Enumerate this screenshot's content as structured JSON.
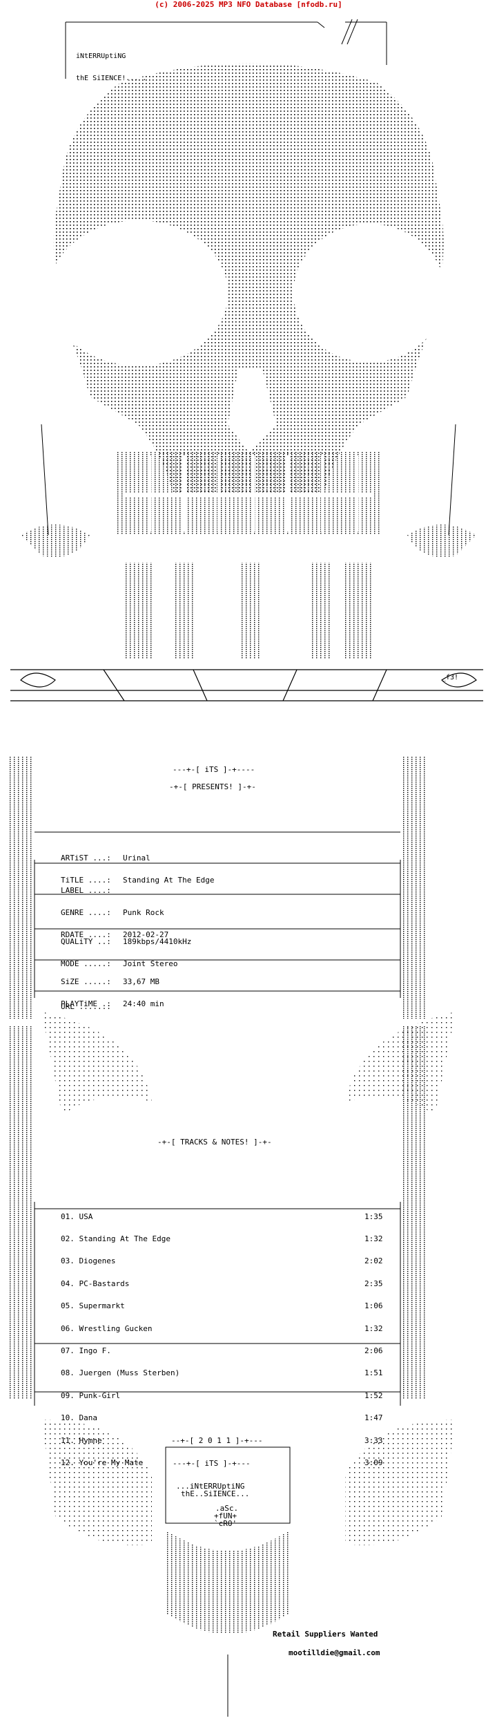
{
  "banner": "(c) 2006-2025 MP3 NFO Database [nfodb.ru]",
  "group": {
    "line1": "iNtERRUptiNG",
    "line2": "thE SiIENCE!... ."
  },
  "header_tag": "---+-[ iTS ]-+----",
  "presents": "-+-[ PRESENTS! ]-+-",
  "info": [
    {
      "key": "ARTiST ...:",
      "value": "Urinal"
    },
    {
      "key": "TiTLE ....:",
      "value": "Standing At The Edge"
    },
    {
      "key": "LABEL ....:",
      "value": ""
    },
    {
      "key": "GENRE ....:",
      "value": "Punk Rock"
    },
    {
      "key": "RDATE ....:",
      "value": "2012-02-27"
    },
    {
      "key": "QUALiTY ..:",
      "value": "189kbps/4410kHz"
    },
    {
      "key": "MODE .....:",
      "value": "Joint Stereo"
    },
    {
      "key": "SiZE .....:",
      "value": "33,67 MB"
    },
    {
      "key": "PLAYTiME .:",
      "value": "24:40 min"
    },
    {
      "key": "URL ......:",
      "value": ""
    }
  ],
  "tracks_heading": "-+-[ TRACKS & NOTES! ]-+-",
  "tracks": [
    {
      "num": "01.",
      "title": "USA",
      "time": "1:35"
    },
    {
      "num": "02.",
      "title": "Standing At The Edge",
      "time": "1:32"
    },
    {
      "num": "03.",
      "title": "Diogenes",
      "time": "2:02"
    },
    {
      "num": "04.",
      "title": "PC-Bastards",
      "time": "2:35"
    },
    {
      "num": "05.",
      "title": "Supermarkt",
      "time": "1:06"
    },
    {
      "num": "06.",
      "title": "Wrestling Gucken",
      "time": "1:32"
    },
    {
      "num": "07.",
      "title": "Ingo F.",
      "time": "2:06"
    },
    {
      "num": "08.",
      "title": "Juergen (Muss Sterben)",
      "time": "1:51"
    },
    {
      "num": "09.",
      "title": "Punk-Girl",
      "time": "1:52"
    },
    {
      "num": "10.",
      "title": "Dana",
      "time": "1:47"
    },
    {
      "num": "11.",
      "title": "Hymne",
      "time": "3:33"
    },
    {
      "num": "12.",
      "title": "You're My Mate",
      "time": "3:09"
    }
  ],
  "footer": {
    "year": "--+-[ 2 0 1 1 ]-+---",
    "tag": "---+-[ iTS ]-+---",
    "line1": "...iNtERRUptiNG",
    "line2": "thE..SiIENCE...",
    "credit1": ".aSc.",
    "credit2": "+fUN+",
    "credit3": "`cRO'",
    "retail": "Retail Suppliers Wanted",
    "email": "mootilldie@gmail.com"
  },
  "sigils": {
    "f3": "_f3!"
  },
  "colors": {
    "banner": "#cc0000",
    "text": "#000000",
    "background": "#ffffff"
  }
}
